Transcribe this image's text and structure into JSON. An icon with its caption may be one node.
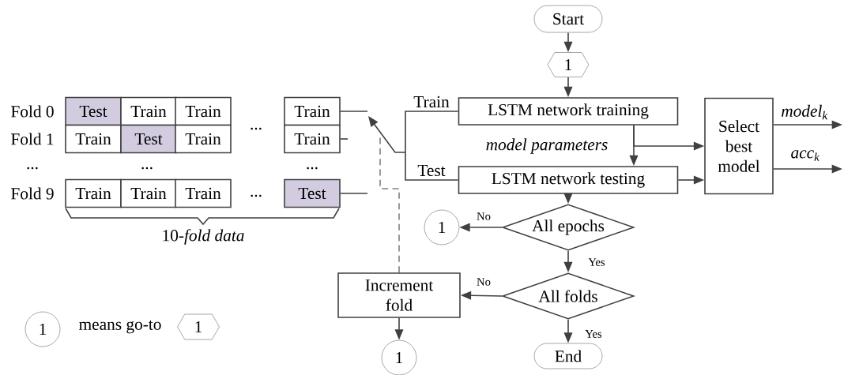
{
  "diagram": {
    "nodes": [
      {
        "text": [
          "Start"
        ]
      },
      {
        "text": [
          "1"
        ]
      },
      {
        "text": [
          "Test"
        ]
      },
      {
        "text": [
          "Train"
        ]
      },
      {
        "text": [
          "Train"
        ]
      },
      {
        "text": [
          "Train"
        ]
      },
      {
        "text": [
          "LSTM network training"
        ]
      },
      {
        "text": [
          "Select best model"
        ]
      },
      {
        "text": [
          "Train"
        ]
      },
      {
        "text": [
          "Test"
        ]
      },
      {
        "text": [
          "Train"
        ]
      },
      {
        "text": [
          "Train"
        ]
      },
      {
        "text": [
          "Train"
        ]
      },
      {
        "text": [
          "Train"
        ]
      },
      {
        "text": [
          "Train"
        ]
      },
      {
        "text": [
          "Test"
        ]
      },
      {
        "text": [
          "LSTM network testing"
        ]
      },
      {
        "text": [
          "1"
        ]
      },
      {
        "text": [
          "All epochs"
        ]
      },
      {
        "text": [
          "Increment fold"
        ]
      },
      {
        "text": [
          "All folds"
        ]
      },
      {
        "text": [
          "1"
        ]
      },
      {
        "text": [
          "End"
        ]
      },
      {
        "text": [
          "1"
        ]
      },
      {
        "text": [
          "1"
        ]
      }
    ],
    "edges": [
      {
        "from": 0,
        "to": 1,
        "arrow": "to"
      },
      {
        "from": 1,
        "to": 6,
        "arrow": "to"
      },
      {
        "from": 6,
        "to": 16,
        "arrow": "to",
        "label": "model parameters"
      },
      {
        "from": 6,
        "to": 7,
        "arrow": "to"
      },
      {
        "from": 16,
        "to": 7,
        "arrow": "to"
      },
      {
        "from": 7,
        "to": null,
        "arrow": "to",
        "label": "model$_{k}$"
      },
      {
        "from": 7,
        "to": null,
        "arrow": "to",
        "label": "acc$_{k}$"
      },
      {
        "from": 16,
        "to": 18,
        "arrow": "to"
      },
      {
        "from": 18,
        "to": 17,
        "arrow": "to",
        "label": "No"
      },
      {
        "from": 18,
        "to": 20,
        "arrow": "to",
        "label": "Yes"
      },
      {
        "from": 20,
        "to": 19,
        "arrow": "to",
        "label": "No"
      },
      {
        "from": 20,
        "to": 22,
        "arrow": "to",
        "label": "Yes"
      },
      {
        "from": 19,
        "to": 21,
        "arrow": "to"
      },
      {
        "from": 19,
        "to": null,
        "arrow": "none",
        "style": "dashed"
      },
      {
        "from": null,
        "to": 6,
        "arrow": "none",
        "label": "Train"
      },
      {
        "from": null,
        "to": 16,
        "arrow": "none",
        "label": "Test"
      },
      {
        "from": 5,
        "to": null,
        "arrow": "none"
      },
      {
        "from": 11,
        "to": null,
        "arrow": "none"
      },
      {
        "from": 15,
        "to": null,
        "arrow": "none"
      }
    ],
    "labels": [
      "Fold 0",
      "Fold 1",
      "...",
      "...",
      "...",
      "...",
      "Fold 9",
      "...",
      "10-*fold data*",
      "means go-to"
    ]
  }
}
